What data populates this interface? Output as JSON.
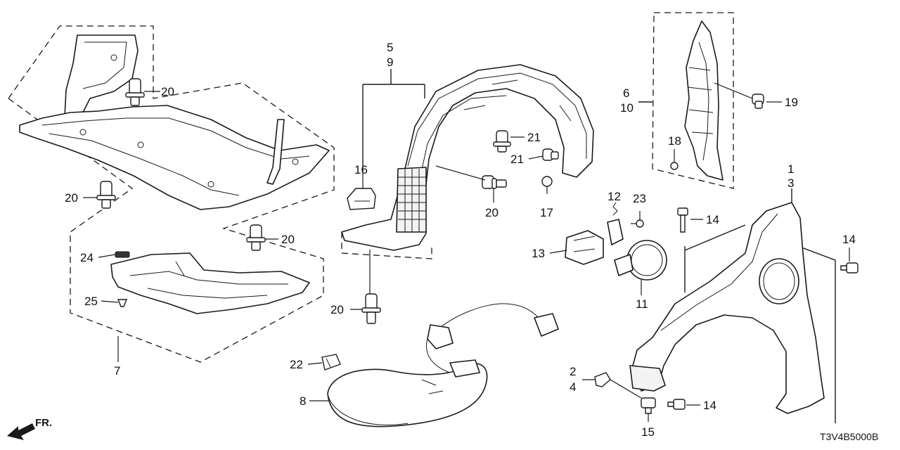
{
  "callouts": {
    "c20a": "20",
    "c20b": "20",
    "c20c": "20",
    "c20d": "20",
    "c20e": "20",
    "c24": "24",
    "c25": "25",
    "c7": "7",
    "c5": "5",
    "c9": "9",
    "c16": "16",
    "c21a": "21",
    "c21b": "21",
    "c17": "17",
    "c6": "6",
    "c10": "10",
    "c18": "18",
    "c19": "19",
    "c1": "1",
    "c3": "3",
    "c12": "12",
    "c23": "23",
    "c13": "13",
    "c11": "11",
    "c14a": "14",
    "c14b": "14",
    "c14c": "14",
    "c2": "2",
    "c4": "4",
    "c15": "15",
    "c22": "22",
    "c8": "8"
  },
  "direction_label": "FR.",
  "diagram_code": "T3V4B5000B"
}
